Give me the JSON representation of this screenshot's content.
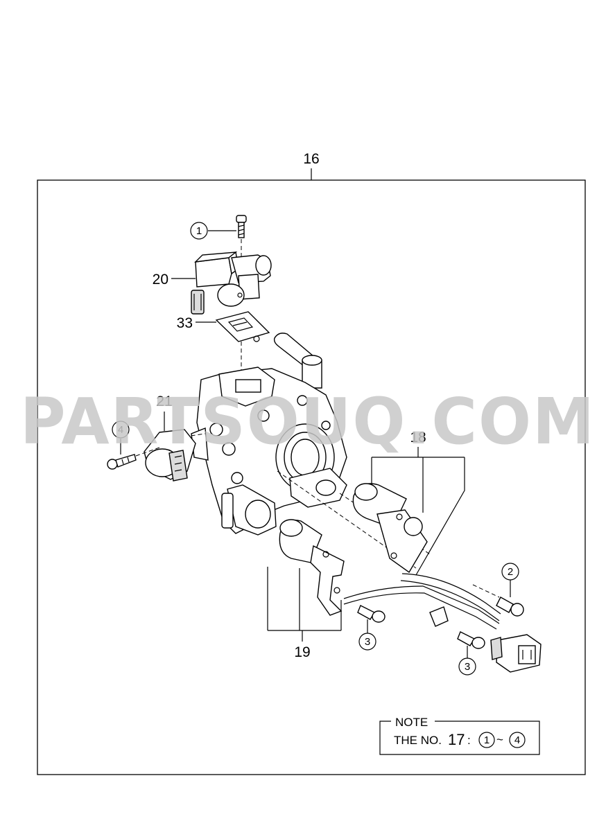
{
  "watermark": "PARTSOUQ.COM",
  "labels": {
    "assembly": "16",
    "idle_valve": "20",
    "gasket": "33",
    "tps": "21",
    "harness_a": "18",
    "harness_b": "19"
  },
  "circled": {
    "screw_top": "1",
    "screw_tps": "4",
    "bolt_right": "2",
    "bolt_mid": "3",
    "bolt_bottom": "3"
  },
  "note": {
    "title": "NOTE",
    "text": "THE NO.",
    "number": "17",
    "colon": ":",
    "range_start": "1",
    "tilde": "~",
    "range_end": "4"
  }
}
